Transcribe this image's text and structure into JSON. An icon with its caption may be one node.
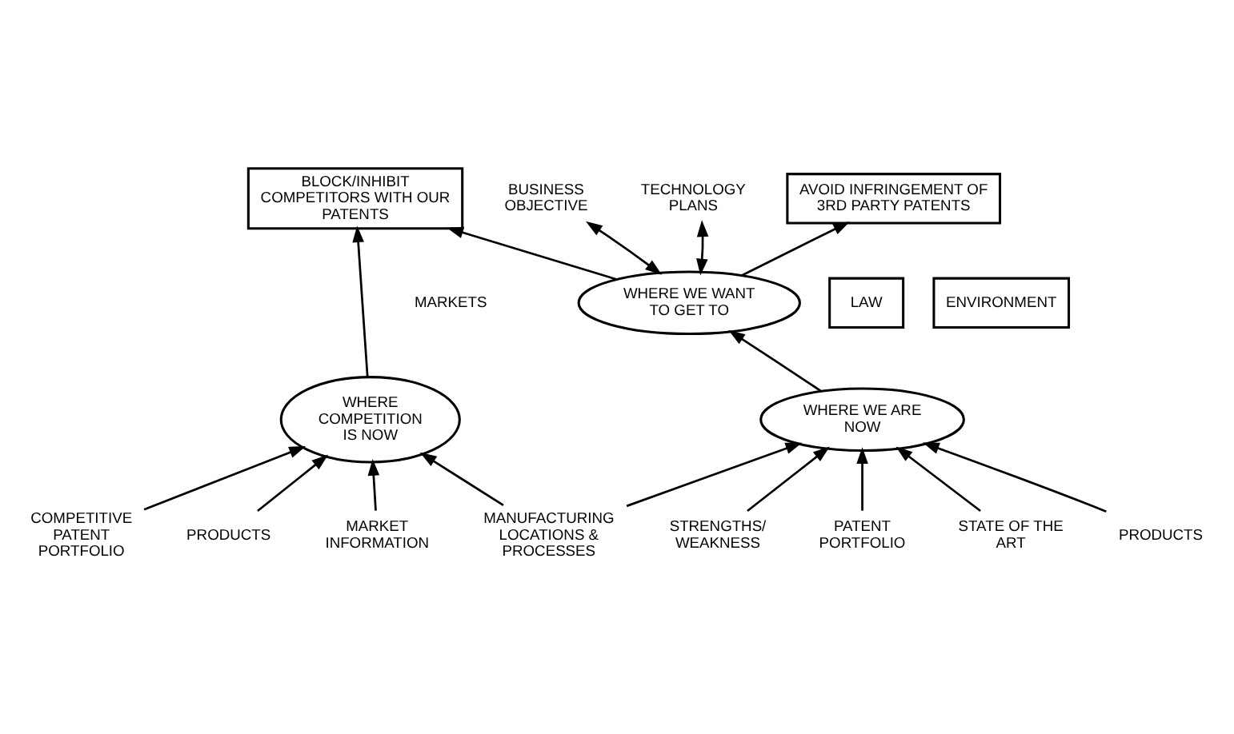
{
  "diagram": {
    "nodes": [
      {
        "text": [
          "BUSINESS OBJECTIVE"
        ]
      },
      {
        "text": [
          "TECHNOLOGY PLANS"
        ]
      },
      {
        "text": [
          "WHERE WE WANT TO GET TO"
        ]
      },
      {
        "text": [
          "AVOID INFRINGEMENT OF 3RD PARTY PATENTS"
        ]
      },
      {
        "text": [
          "LAW"
        ]
      },
      {
        "text": [
          "ENVIRONMENT"
        ]
      },
      {
        "text": [
          "BLOCK/INHIBIT COMPETITORS WITH OUR PATENTS"
        ]
      },
      {
        "text": [
          "STRENGTHS/ WEAKNESS"
        ]
      },
      {
        "text": [
          "PATENT PORTFOLIO"
        ]
      },
      {
        "text": [
          "WHERE WE ARE NOW"
        ]
      },
      {
        "text": [
          "WHERE COMPETITION IS NOW"
        ]
      },
      {
        "text": [
          "COMPETITIVE PATENT PORTFOLIO"
        ]
      },
      {
        "text": [
          "STATE OF THE ART"
        ]
      },
      {
        "text": [
          "PRODUCTS"
        ]
      },
      {
        "text": [
          "MANUFACTURING LOCATIONS & PROCESSES"
        ]
      },
      {
        "text": [
          "PRODUCTS"
        ]
      },
      {
        "text": [
          "MARKET INFORMATION"
        ]
      }
    ],
    "edges": [
      {
        "from": 0,
        "to": 2,
        "arrow": "both"
      },
      {
        "from": 1,
        "to": 2,
        "arrow": "both"
      },
      {
        "from": 2,
        "to": 3,
        "arrow": "to"
      },
      {
        "from": 2,
        "to": 6,
        "arrow": "to"
      },
      {
        "from": 9,
        "to": 2,
        "arrow": "to"
      },
      {
        "from": 7,
        "to": 9,
        "arrow": "to"
      },
      {
        "from": 8,
        "to": 9,
        "arrow": "to"
      },
      {
        "from": 12,
        "to": 9,
        "arrow": "to"
      },
      {
        "from": 13,
        "to": 9,
        "arrow": "to"
      },
      {
        "from": 14,
        "to": 9,
        "arrow": "to"
      },
      {
        "from": 14,
        "to": 10,
        "arrow": "to"
      },
      {
        "from": 16,
        "to": 10,
        "arrow": "to"
      },
      {
        "from": 15,
        "to": 10,
        "arrow": "to"
      },
      {
        "from": 11,
        "to": 10,
        "arrow": "to"
      },
      {
        "from": 10,
        "to": 6,
        "arrow": "to"
      }
    ],
    "labels": [
      "MARKETS"
    ]
  }
}
